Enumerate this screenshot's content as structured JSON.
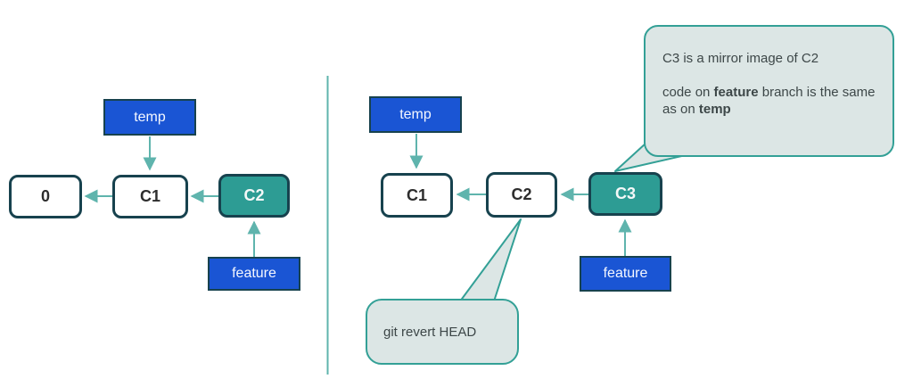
{
  "colors": {
    "node_border": "#17424e",
    "commit_highlight_teal": "#2d9c94",
    "branch_label_blue": "#1a55d4",
    "arrow_teal": "#5fb4ad",
    "callout_bg": "#dce6e5",
    "callout_border": "#33a096"
  },
  "left_diagram": {
    "temp_label": "temp",
    "feature_label": "feature",
    "node_zero": "0",
    "node_c1": "C1",
    "node_c2": "C2"
  },
  "right_diagram": {
    "temp_label": "temp",
    "feature_label": "feature",
    "node_c1": "C1",
    "node_c2": "C2",
    "node_c3": "C3"
  },
  "callouts": {
    "mirror_line1": "C3 is a mirror image of C2",
    "mirror_line2_segments": [
      {
        "text": "code on ",
        "bold": false
      },
      {
        "text": "feature",
        "bold": true
      },
      {
        "text": " branch is the same as on ",
        "bold": false
      },
      {
        "text": "temp",
        "bold": true
      }
    ],
    "revert_text": "git revert HEAD"
  }
}
